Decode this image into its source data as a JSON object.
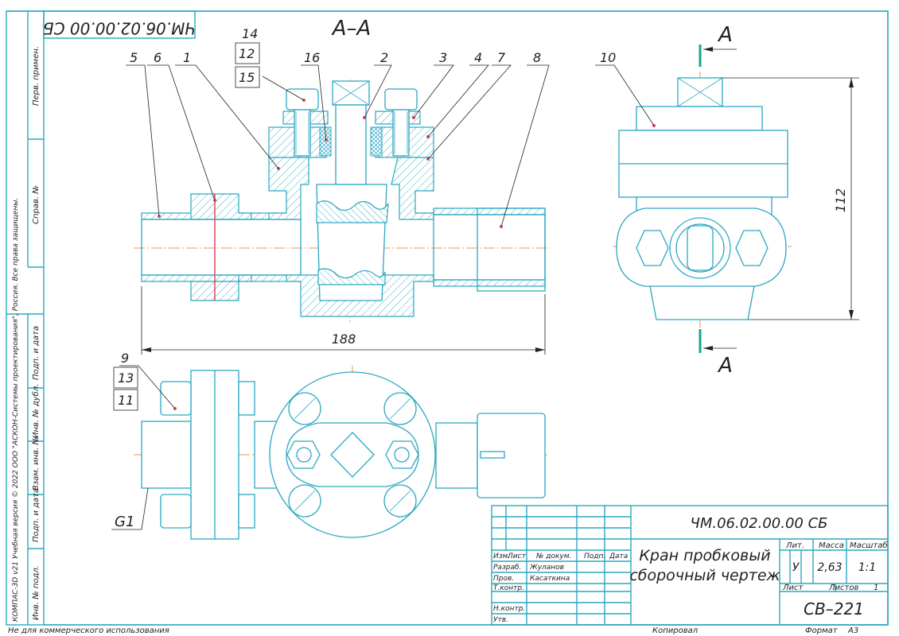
{
  "designation": "ЧМ.06.02.00.00 СБ",
  "designation_mirrored": "ЧМ.06.02.00.00 СБ",
  "section_title": "А–А",
  "section_marker": "А",
  "dimensions": {
    "length": "188",
    "height": "112"
  },
  "thread_label": "G1",
  "callouts": [
    "1",
    "2",
    "3",
    "4",
    "5",
    "6",
    "7",
    "8",
    "9",
    "10",
    "11",
    "12",
    "13",
    "14",
    "15",
    "16"
  ],
  "side_strip": {
    "perv_primen": "Перв. примен.",
    "sprav_no": "Справ. №",
    "copyright": "КОМПАС-3D v21 Учебная версия © 2022 ООО \"АСКОН-Системы проектирования\", Россия. Все права защищены.",
    "podp_data_1": "Подп. и дата",
    "inv_dubl": "Инв. № дубл.",
    "vzam_inv": "Взам. инв. №",
    "podp_data_2": "Подп. и дата",
    "inv_podl": "Инв. № подл."
  },
  "title_block": {
    "designation": "ЧМ.06.02.00.00 СБ",
    "name_line1": "Кран пробковый",
    "name_line2": "сборочный чертеж",
    "col_izm": "Изм.",
    "col_list": "Лист",
    "col_doc": "№ докум.",
    "col_podp": "Подп.",
    "col_data": "Дата",
    "razrab_label": "Разраб.",
    "razrab_name": "Жуланов",
    "prov_label": "Пров.",
    "prov_name": "Касаткина",
    "tkontr_label": "Т.контр.",
    "nkontr_label": "Н.контр.",
    "utv_label": "Утв.",
    "lit_label": "Лит.",
    "lit_value": "У",
    "massa_label": "Масса",
    "massa_value": "2,63",
    "masshtab_label": "Масштаб",
    "masshtab_value": "1:1",
    "list_label": "Лист",
    "listov_label": "Листов",
    "listov_value": "1",
    "group": "СВ–221"
  },
  "footer": {
    "noncommercial": "Не для коммерческого использования",
    "kopiroval": "Копировал",
    "format_label": "Формат",
    "format_value": "А3"
  },
  "colors": {
    "line": "#2aa7c2",
    "axis": "#e07a20",
    "marker": "#17a398",
    "text": "#222222"
  }
}
